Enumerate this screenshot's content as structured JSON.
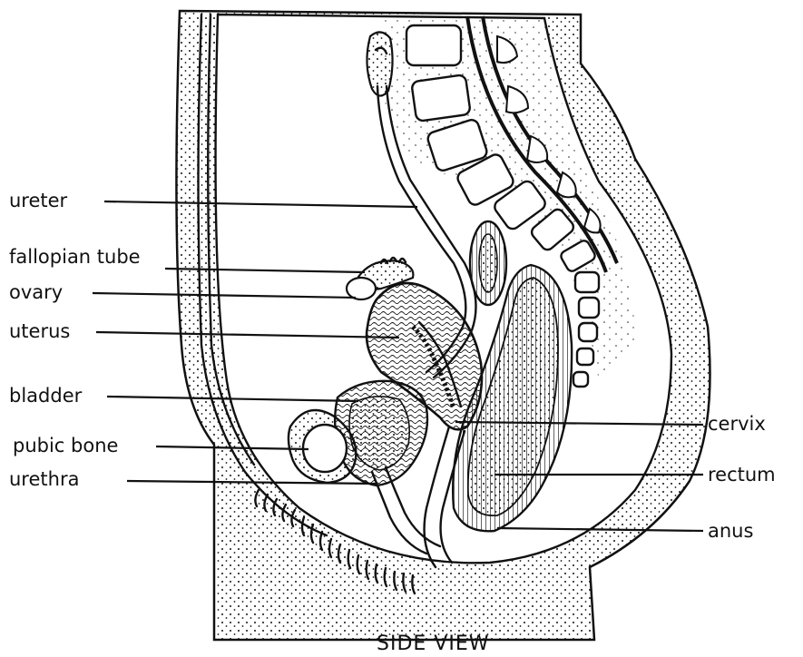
{
  "caption": "SIDE VIEW",
  "labels": {
    "ureter": "ureter",
    "fallopian_tube": "fallopian tube",
    "ovary": "ovary",
    "uterus": "uterus",
    "bladder": "bladder",
    "pubic_bone": "pubic bone",
    "urethra": "urethra",
    "cervix": "cervix",
    "rectum": "rectum",
    "anus": "anus"
  },
  "colors": {
    "ink": "#111111",
    "background": "#ffffff"
  }
}
